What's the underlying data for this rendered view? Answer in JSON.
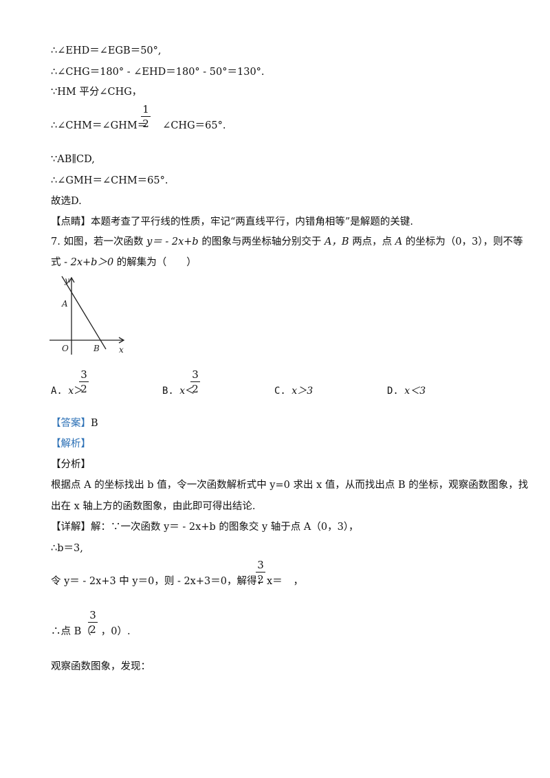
{
  "lines": [
    "∴∠EHD＝∠EGB＝50°,",
    "∴∠CHG＝180° - ∠EHD＝180° - 50°＝130°.",
    "∵HM 平分∠CHG，",
    "∴∠CHM＝∠GHM＝",
    "∠CHG＝65°.",
    "∵AB∥CD,",
    "∴∠GMH＝∠CHM＝65°.",
    "故选D.",
    "【点睛】本题考查了平行线的性质，牢记“两直线平行，内错角相等”是解题的关键."
  ],
  "question": {
    "line1_a": "7. 如图，若一次函数",
    "line1_b": "y＝ - 2x+b",
    "line1_c": "的图象与两坐标轴分别交于",
    "line1_d": "A，B",
    "line1_e": "两点，点",
    "line1_f": "A",
    "line1_g": "的坐标为（0，3），则不等",
    "line2_a": "式 -",
    "line2_b": "2x+b＞0",
    "line2_c": "的解集为（　　）"
  },
  "graph_labels": {
    "y": "y",
    "a": "A",
    "o": "O",
    "b": "B",
    "x": "x"
  },
  "options": [
    {
      "letter": "A.",
      "var": "x",
      "rel": "＞",
      "frac_num": "3",
      "frac_den": "2"
    },
    {
      "letter": "B.",
      "var": "x",
      "rel": "＜",
      "frac_num": "3",
      "frac_den": "2"
    },
    {
      "letter": "C.",
      "text": "x＞3"
    },
    {
      "letter": "D.",
      "text": "x＜3"
    }
  ],
  "frac_half": {
    "num": "1",
    "den": "2"
  },
  "answer": "【答案】",
  "answer_val": "B",
  "analysis": "【解析】",
  "fenxi": "【分析】",
  "fenxi_text_1": "根据点 A 的坐标找出 b 值，令一次函数解析式中 y=0 求出 x 值，从而找出点 B 的坐标，观察函数图象，找",
  "fenxi_text_2": "出在 x 轴上方的函数图象，由此即可得出结论.",
  "detail_1": "【详解】解：∵一次函数 y＝ - 2x+b 的图象交 y 轴于点 A（0，3），",
  "detail_2": "∴b＝3,",
  "detail_3": "令 y＝ - 2x+3 中 y＝0，则 - 2x+3＝0，解得：x＝",
  "detail_3_end": "，",
  "frac_x": {
    "num": "3",
    "den": "2"
  },
  "detail_4_a": "∴点 B（",
  "detail_4_b": "，0）.",
  "frac_b": {
    "num": "3",
    "den": "2"
  },
  "detail_5": "观察函数图象，发现："
}
